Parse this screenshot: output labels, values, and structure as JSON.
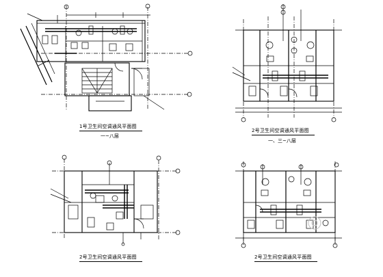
{
  "plans": [
    {
      "id": "plan-1",
      "title": "1号卫生间空调通风平面图",
      "subtitle": "一~八层"
    },
    {
      "id": "plan-2",
      "title": "2号卫生间空调通风平面图",
      "subtitle": "一、三~八层"
    },
    {
      "id": "plan-3",
      "title": "2号卫生间空调通风平面图",
      "subtitle": ""
    },
    {
      "id": "plan-4",
      "title": "2号卫生间空调通风平面图",
      "subtitle": ""
    }
  ],
  "colors": {
    "line": "#000000",
    "bg": "#ffffff",
    "watermark": "#c8c8c8"
  }
}
